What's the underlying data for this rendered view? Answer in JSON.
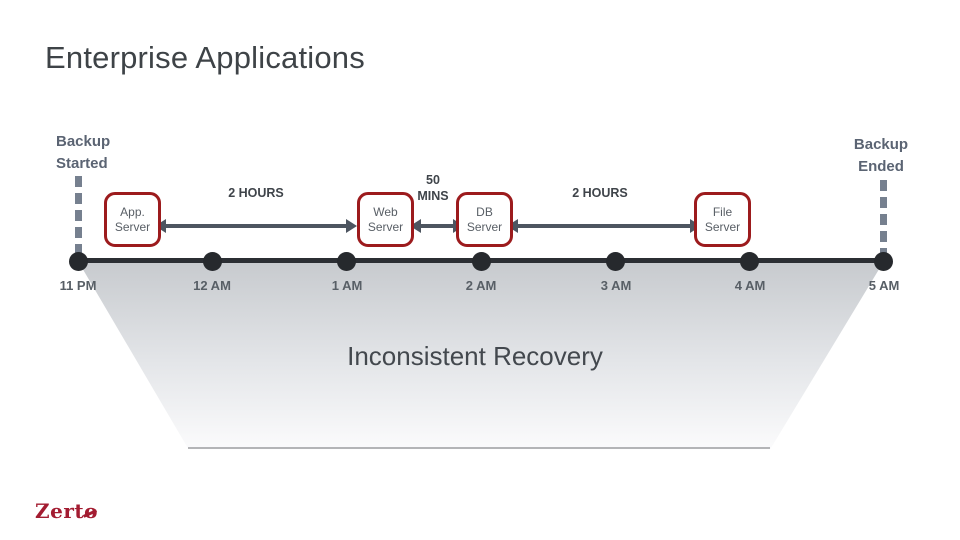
{
  "slide": {
    "title": "Enterprise Applications",
    "brand": {
      "part1": "Zert",
      "part2": "o"
    }
  },
  "markers": {
    "backup_started": "Backup Started",
    "backup_ended": "Backup Ended"
  },
  "servers": [
    {
      "label": "App. Server"
    },
    {
      "label": "Web Server"
    },
    {
      "label": "DB Server"
    },
    {
      "label": "File Server"
    }
  ],
  "durations": [
    {
      "label": "2 HOURS"
    },
    {
      "label": "50 MINS"
    },
    {
      "label": "2 HOURS"
    }
  ],
  "timeline": {
    "ticks": [
      "11 PM",
      "12 AM",
      "1 AM",
      "2 AM",
      "3 AM",
      "4 AM",
      "5 AM"
    ]
  },
  "recovery_label": "Inconsistent Recovery",
  "colors": {
    "title_gray": "#3e4347",
    "slate_text": "#5b6473",
    "dash_slate": "#76808f",
    "box_border_red": "#9c1b1d",
    "box_text_gray": "#595f66",
    "arrow_gray": "#4d5560",
    "timeline_dark": "#2b2e33",
    "trapezoid_top_gray": "#c7cace",
    "brand_red": "#a31c31"
  }
}
